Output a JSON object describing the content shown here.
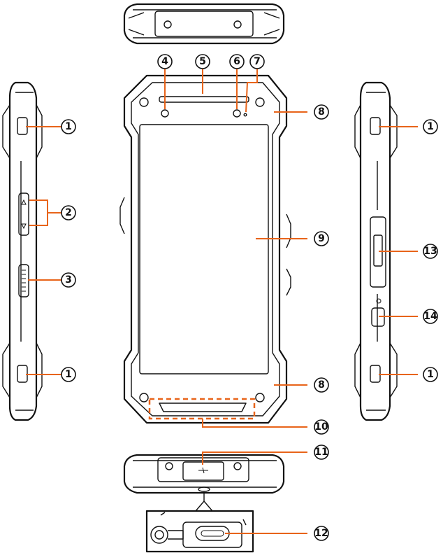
{
  "callouts": [
    {
      "id": "c1",
      "label": "①"
    },
    {
      "id": "c2",
      "label": "②"
    },
    {
      "id": "c3",
      "label": "③"
    },
    {
      "id": "c4",
      "label": "④"
    },
    {
      "id": "c5",
      "label": "⑤"
    },
    {
      "id": "c6",
      "label": "⑥"
    },
    {
      "id": "c7",
      "label": "⑦"
    },
    {
      "id": "c8",
      "label": "⑧"
    },
    {
      "id": "c9",
      "label": "⑨"
    },
    {
      "id": "c10",
      "label": "⑩"
    },
    {
      "id": "c11",
      "label": "⑪"
    },
    {
      "id": "c12",
      "label": "⑫"
    },
    {
      "id": "c13",
      "label": "⑬"
    },
    {
      "id": "c14",
      "label": "⑭"
    }
  ],
  "colors": {
    "leader": "#e8641a",
    "outline": "#111111",
    "background": "#ffffff"
  }
}
